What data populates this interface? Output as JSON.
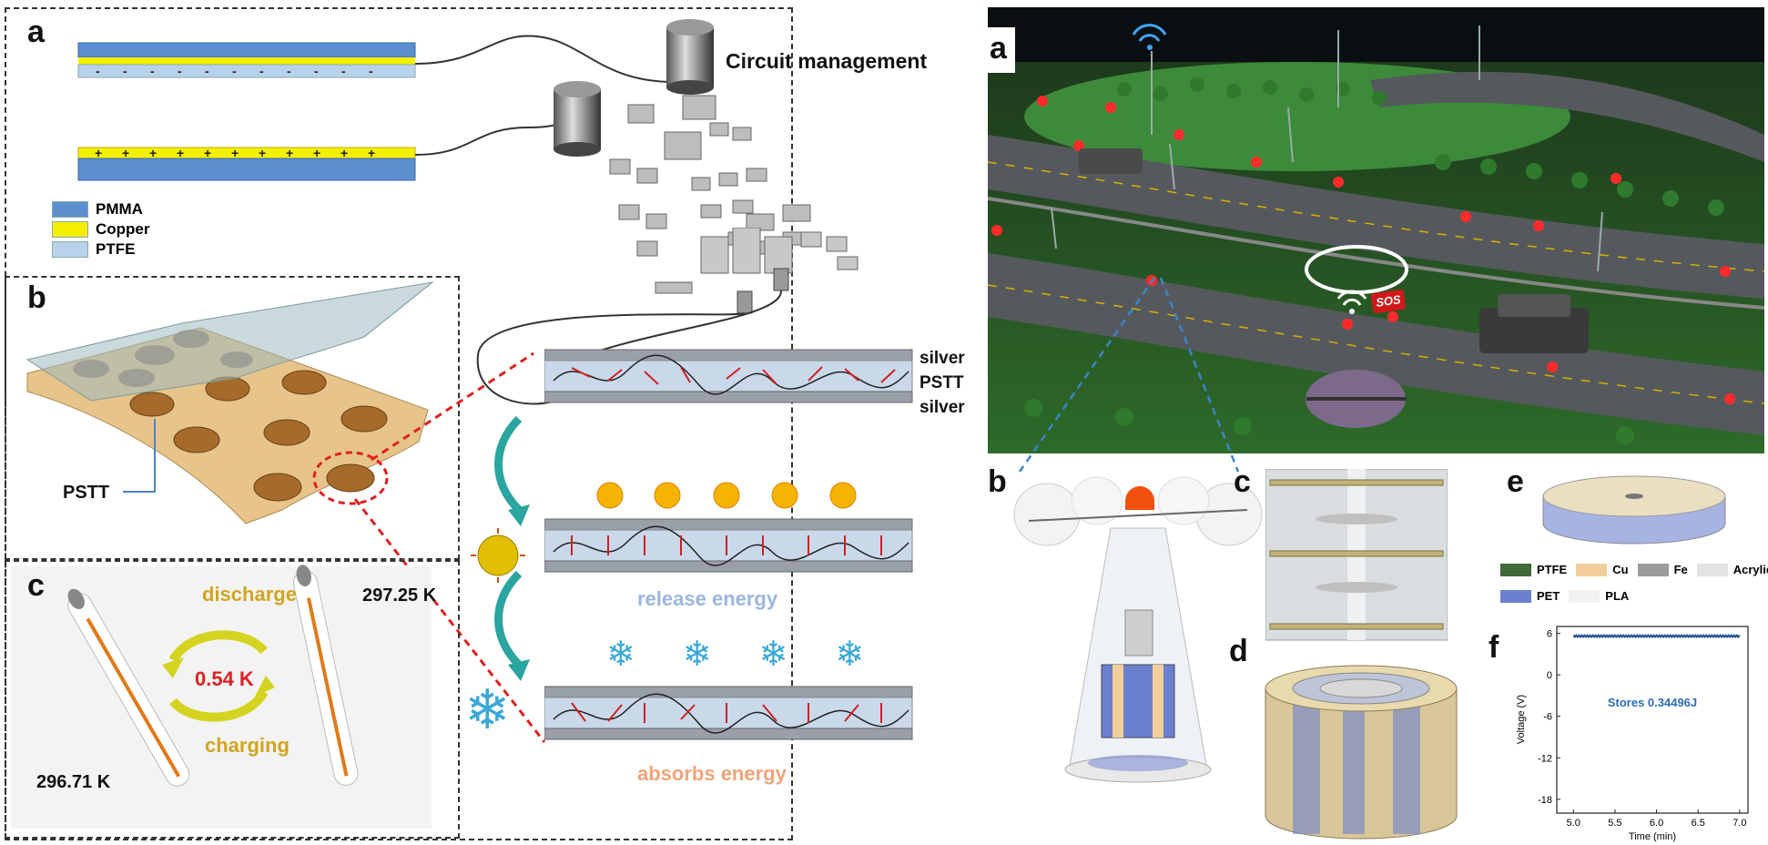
{
  "left_figure": {
    "panel_a": {
      "letter": "a",
      "circuit_label": "Circuit management",
      "legend": [
        {
          "name": "PMMA",
          "color": "#5b8fd0"
        },
        {
          "name": "Copper",
          "color": "#f5f000"
        },
        {
          "name": "PTFE",
          "color": "#b8d2ec"
        }
      ],
      "stack_labels": [
        "silver",
        "PSTT",
        "silver"
      ],
      "release_text": "release energy",
      "absorb_text": "absorbs energy"
    },
    "panel_b": {
      "letter": "b",
      "pstt_label": "PSTT"
    },
    "panel_c": {
      "letter": "c",
      "temp_high": "297.25 K",
      "temp_low": "296.71 K",
      "discharge": "discharge",
      "charging": "charging",
      "delta": "0.54 K"
    }
  },
  "right_figure": {
    "panel_a_letter": "a",
    "sos_text": "SOS",
    "panel_b_letter": "b",
    "panel_c_letter": "c",
    "panel_d_letter": "d",
    "panel_e_letter": "e",
    "panel_f_letter": "f",
    "materials": [
      {
        "name": "PTFE",
        "color": "#3f6a3a"
      },
      {
        "name": "Cu",
        "color": "#f1cf9a"
      },
      {
        "name": "Fe",
        "color": "#9c9c9c"
      },
      {
        "name": "Acrylic",
        "color": "#e4e4e4"
      },
      {
        "name": "PET",
        "color": "#6c80d0"
      },
      {
        "name": "PLA",
        "color": "#f2f2f2"
      }
    ]
  },
  "chart_data": {
    "type": "line",
    "x": [
      5.0,
      5.5,
      6.0,
      6.5,
      7.0
    ],
    "xlabel": "Time (min)",
    "ylabel": "Voltage (V)",
    "xlim": [
      4.8,
      7.1
    ],
    "ylim": [
      -20,
      7
    ],
    "xticks": [
      "5.0",
      "5.5",
      "6.0",
      "6.5",
      "7.0"
    ],
    "yticks": [
      "6",
      "0",
      "-6",
      "-12",
      "-18"
    ],
    "series": [
      {
        "values": [
          5.6,
          5.6,
          5.6,
          5.6,
          5.6
        ]
      }
    ],
    "annotation": "Stores 0.34496J",
    "line_color": "#1f4e8c",
    "annotation_color": "#2f6db5"
  }
}
